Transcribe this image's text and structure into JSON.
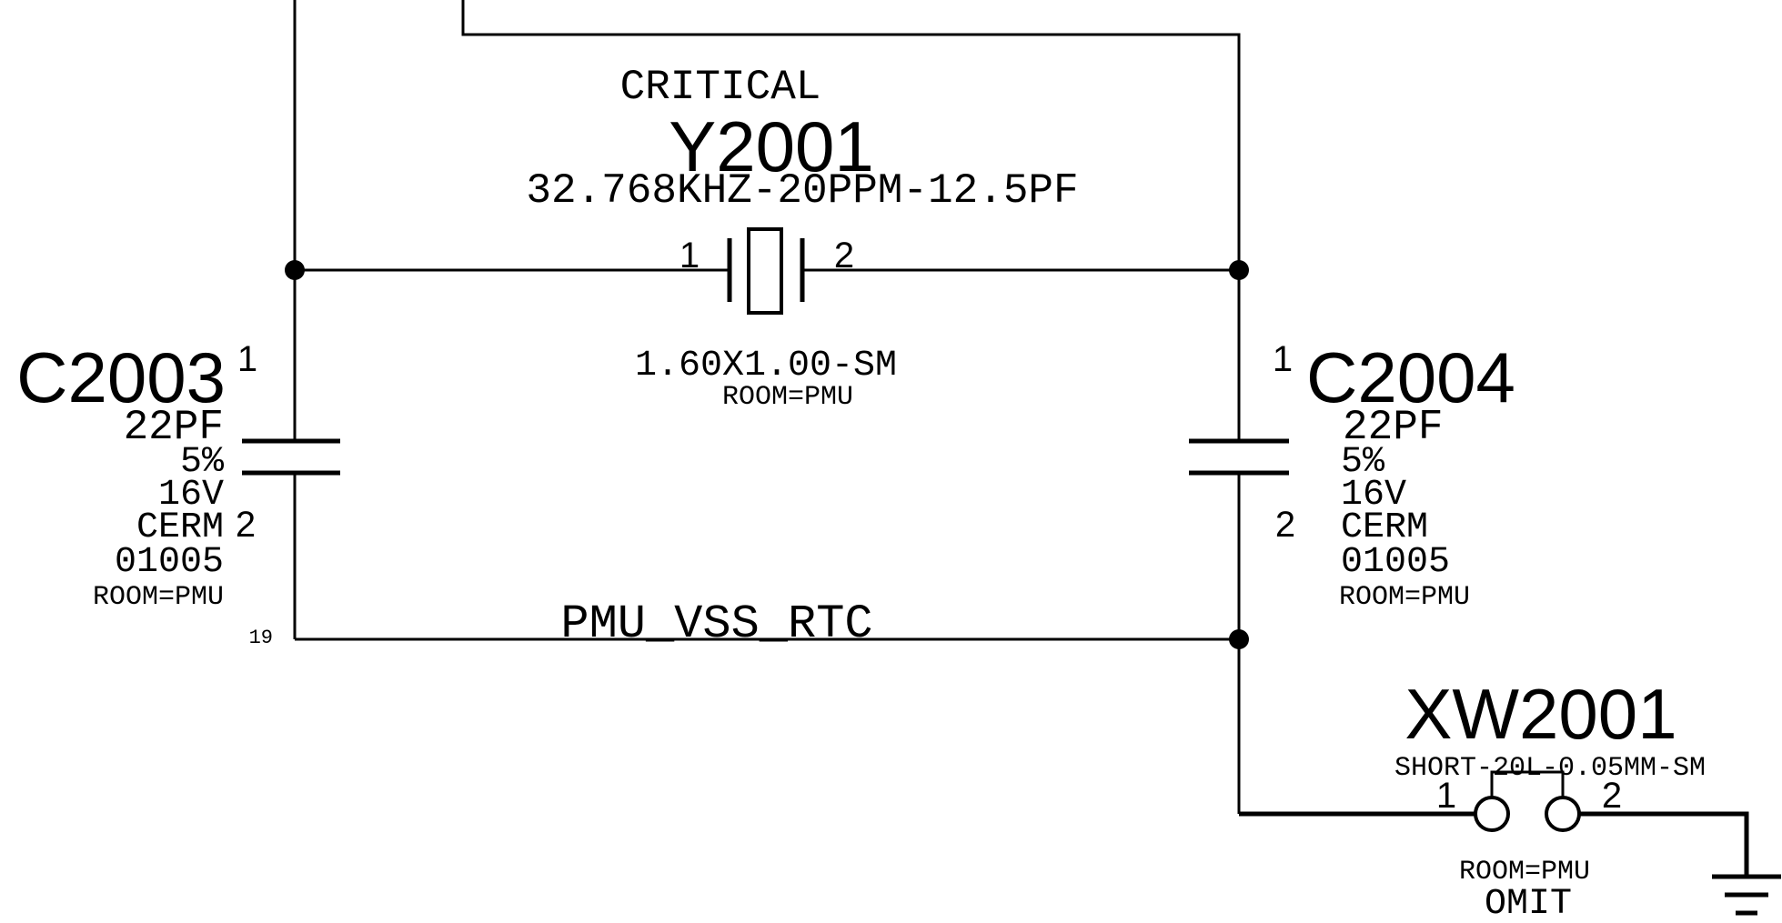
{
  "schematic": {
    "crystal": {
      "refdes": "Y2001",
      "critical": "CRITICAL",
      "value": "32.768KHZ-20PPM-12.5PF",
      "package": "1.60X1.00-SM",
      "room": "ROOM=PMU",
      "pin1": "1",
      "pin2": "2"
    },
    "cap_left": {
      "refdes": "C2003",
      "value": "22PF",
      "tolerance": "5%",
      "voltage": "16V",
      "dielectric": "CERM",
      "package": "01005",
      "room": "ROOM=PMU",
      "pin1": "1",
      "pin2": "2"
    },
    "cap_right": {
      "refdes": "C2004",
      "value": "22PF",
      "tolerance": "5%",
      "voltage": "16V",
      "dielectric": "CERM",
      "package": "01005",
      "room": "ROOM=PMU",
      "pin1": "1",
      "pin2": "2"
    },
    "net_label": "PMU_VSS_RTC",
    "net_pin": "19",
    "short": {
      "refdes": "XW2001",
      "value": "SHORT-20L-0.05MM-SM",
      "room": "ROOM=PMU",
      "omit": "OMIT",
      "pin1": "1",
      "pin2": "2"
    },
    "ground_symbol": "ground-icon"
  }
}
